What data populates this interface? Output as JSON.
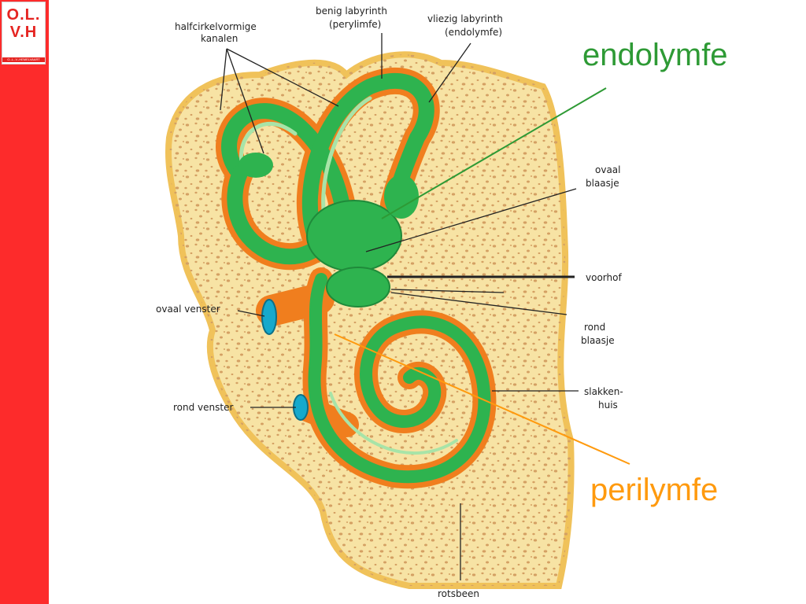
{
  "logo": {
    "line1": "O.L.",
    "line2": "V.H",
    "tagline": "O.-L.-V.-HEMELVAART"
  },
  "labels": {
    "semicircular_canals": [
      "halfcirkelvormige",
      "kanalen"
    ],
    "bony_labyrinth": [
      "benig labyrinth",
      "(perylimfe)"
    ],
    "membranous_labyrinth": [
      "vliezig labyrinth",
      "(endolymfe)"
    ],
    "utricle": [
      "ovaal",
      "blaasje"
    ],
    "vestibule": "voorhof",
    "saccule": [
      "rond",
      "blaasje"
    ],
    "oval_window": "ovaal venster",
    "cochlea": [
      "slakken-",
      "huis"
    ],
    "round_window": "rond venster",
    "petrous_bone": "rotsbeen",
    "endolymph": "endolymfe",
    "perilymph": "perilymfe"
  },
  "colors": {
    "sidebar_red": "#fd2b2b",
    "logo_red": "#e52421",
    "bone_fill": "#f7e3a4",
    "bone_edge": "#f0c25a",
    "bone_dots": "#d4a063",
    "perilymph_orange": "#f07e1e",
    "endolymph_green": "#2eb34f",
    "endolymph_light": "#a8e4a8",
    "window_blue": "#16a9cc",
    "endolymfe_green": "#2e9a35",
    "perilymfe_orange": "#ff9a0e"
  },
  "icons": {
    "logo": "olvh-school-logo"
  }
}
